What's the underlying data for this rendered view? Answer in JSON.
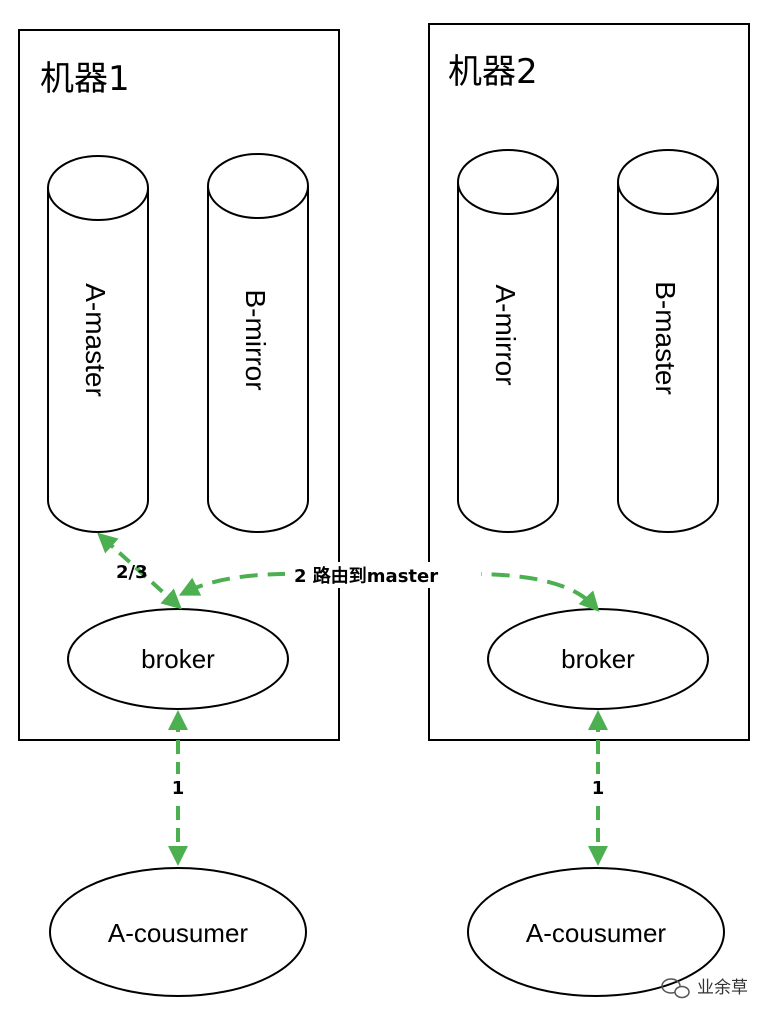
{
  "machines": [
    {
      "title": "机器1",
      "cylinders": [
        "A-master",
        "B-mirror"
      ],
      "broker": "broker",
      "consumer": "A-cousumer",
      "link_label": "1"
    },
    {
      "title": "机器2",
      "cylinders": [
        "A-mirror",
        "B-master"
      ],
      "broker": "broker",
      "consumer": "A-cousumer",
      "link_label": "1"
    }
  ],
  "edges": {
    "master_to_broker": "2/3",
    "route_to_master": "2 路由到master"
  },
  "colors": {
    "arrow": "#4caf50",
    "stroke": "#000000"
  },
  "watermark": "业余草"
}
